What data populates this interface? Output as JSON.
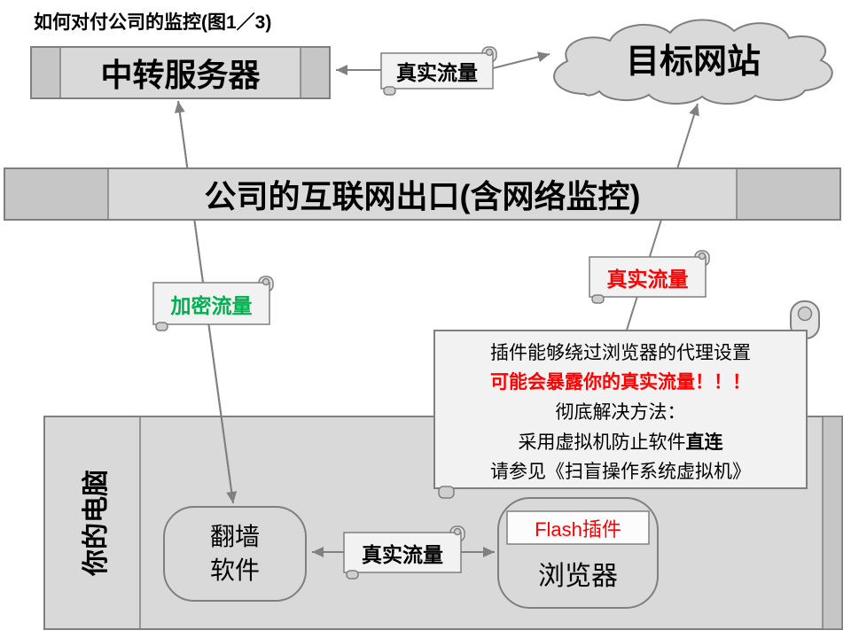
{
  "title": "如何对付公司的监控(图1／3)",
  "nodes": {
    "relay_server": "中转服务器",
    "target_site": "目标网站",
    "gateway": "公司的互联网出口(含网络监控)",
    "your_computer": "你的电脑",
    "circumvention_tool": "翻墙\n软件",
    "browser": "浏览器",
    "flash_plugin": "Flash插件"
  },
  "flows": {
    "real_traffic_top": "真实流量",
    "encrypted_traffic": "加密流量",
    "real_traffic_right": "真实流量",
    "real_traffic_bottom": "真实流量"
  },
  "note": {
    "line1": "插件能够绕过浏览器的代理设置",
    "line2": "可能会暴露你的真实流量！！！",
    "line3": "彻底解决方法：",
    "line4_prefix": "采用虚拟机防止软件",
    "line4_bold": "直连",
    "line5": "请参见《扫盲操作系统虚拟机》"
  },
  "colors": {
    "red": "#FF0000",
    "green": "#00B050",
    "shape_fill": "#D9D9D9",
    "shape_fill_dark": "#C6C6C6",
    "scroll_fill": "#F2F2F2",
    "border": "#7F7F7F",
    "arrow": "#808080"
  }
}
